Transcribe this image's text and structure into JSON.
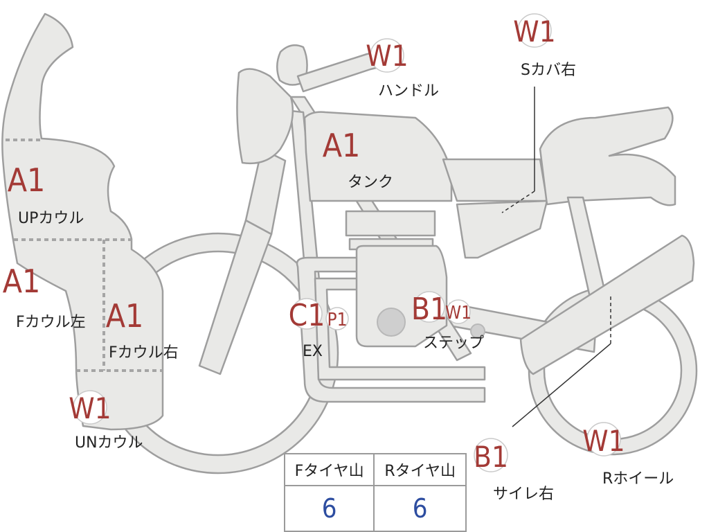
{
  "parts": {
    "handle": {
      "code": "W1",
      "label": "ハンドル"
    },
    "side_cover_right": {
      "code": "W1",
      "label": "Sカバ右"
    },
    "tank": {
      "code": "A1",
      "label": "タンク"
    },
    "upper_cowl": {
      "code": "A1",
      "label": "UPカウル"
    },
    "front_cowl_left": {
      "code": "A1",
      "label": "Fカウル左"
    },
    "front_cowl_right": {
      "code": "A1",
      "label": "Fカウル右"
    },
    "exhaust": {
      "code": "C1",
      "extra_code": "P1",
      "label": "EX"
    },
    "step": {
      "code": "B1",
      "extra_code": "W1",
      "label": "ステップ"
    },
    "under_cowl": {
      "code": "W1",
      "label": "UNカウル"
    },
    "silencer_right": {
      "code": "B1",
      "label": "サイレ右"
    },
    "rear_wheel": {
      "code": "W1",
      "label": "Rホイール"
    }
  },
  "tire_table": {
    "headers": [
      "Fタイヤ山",
      "Rタイヤ山"
    ],
    "values": [
      "6",
      "6"
    ]
  },
  "colors": {
    "code_text": "#a33a36",
    "tread_value": "#2d4da0",
    "body_fill": "#e9e9e7",
    "outline": "#9e9e9e"
  }
}
